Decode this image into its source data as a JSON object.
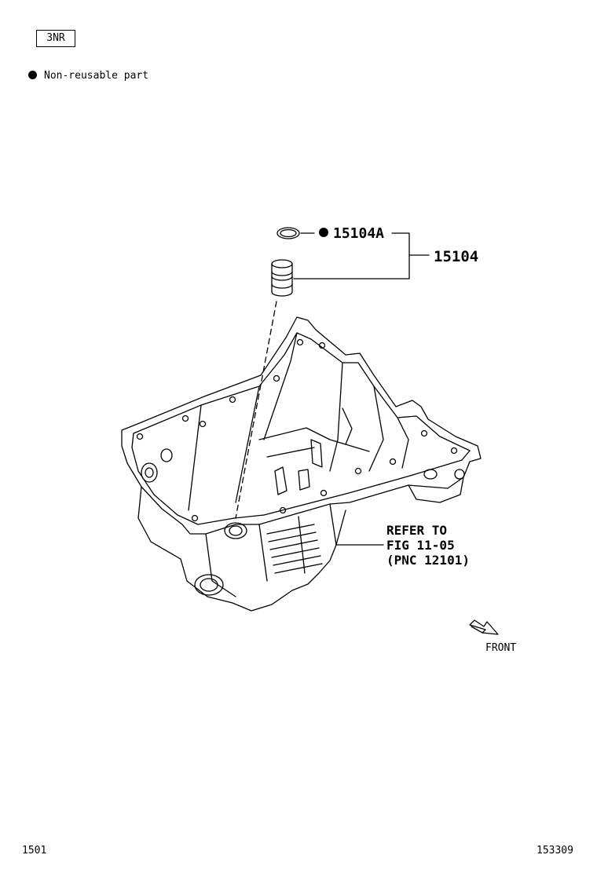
{
  "engine_code": "3NR",
  "legend": {
    "symbol": "filled-circle",
    "text": "Non-reusable part"
  },
  "callouts": {
    "gasket_part_number": "15104A",
    "strainer_part_number": "15104",
    "refer_lines": [
      "REFER TO",
      "FIG 11-05",
      "(PNC 12101)"
    ]
  },
  "front_indicator": {
    "label": "FRONT",
    "icon": "front-arrow-icon"
  },
  "footer": {
    "left_code": "1501",
    "right_code": "153309"
  }
}
